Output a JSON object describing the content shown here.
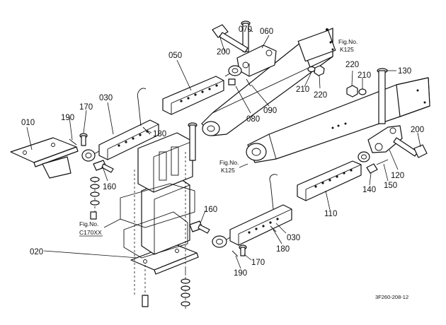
{
  "labels": {
    "p010": "010",
    "p020": "020",
    "p030a": "030",
    "p030b": "030",
    "p050": "050",
    "p060": "060",
    "p070": "070",
    "p080": "080",
    "p090": "090",
    "p110": "110",
    "p120": "120",
    "p130": "130",
    "p140": "140",
    "p150": "150",
    "p160a": "160",
    "p160b": "160",
    "p170a": "170",
    "p170b": "170",
    "p180a": "180",
    "p180b": "180",
    "p190a": "190",
    "p190b": "190",
    "p200a": "200",
    "p200b": "200",
    "p210a": "210",
    "p210b": "210",
    "p220a": "220",
    "p220b": "220"
  },
  "figrefs": {
    "k125_top_line1": "Fig.No.",
    "k125_top_line2": "K125",
    "k125_mid_line1": "Fig.No.",
    "k125_mid_line2": "K125",
    "c170_line1": "Fig.No.",
    "c170_line2": "C170XX"
  },
  "drawing_code": "3F260-208-12"
}
